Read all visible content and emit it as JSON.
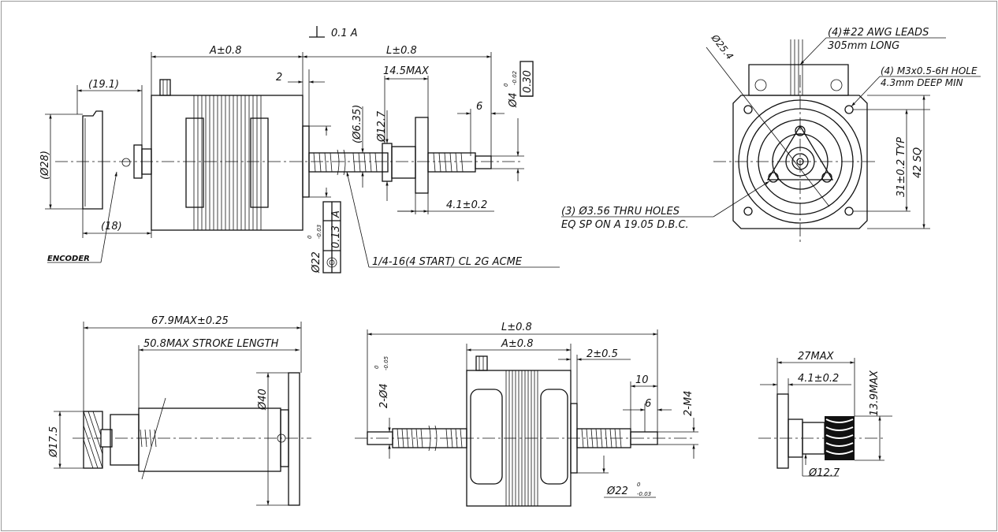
{
  "labels": {
    "flatness": "0.1 A",
    "dim_a": "A±0.8",
    "dim_l": "L±0.8",
    "dim_2": "2",
    "dim_14_5max": "14.5MAX",
    "dim_19_1": "(19.1)",
    "dim_6_35": "(Ø6.35)",
    "dim_12_7": "Ø12.7",
    "dim_6": "6",
    "dim_4_shaft": "Ø4",
    "tol_0": "0",
    "tol_neg_002": "-0.02",
    "runout_030": "0.30",
    "dim_28": "(Ø28)",
    "dim_18": "(18)",
    "encoder": "ENCODER",
    "dim_4_1": "4.1±0.2",
    "dim_22": "Ø22",
    "tol_neg_003": "-0.03",
    "conc_013": "0.13",
    "datum_a": "A",
    "thread_spec": "1/4-16(4 START) CL 2G ACME",
    "leads_1": "(4)#22 AWG LEADS",
    "leads_2": "305mm LONG",
    "dim_25_4": "Ø25.4",
    "holes_m3_1": "(4) M3x0.5-6H HOLE",
    "holes_m3_2": "4.3mm DEEP MIN",
    "thru_1": "(3) Ø3.56 THRU HOLES",
    "thru_2": "EQ SP ON A 19.05 D.B.C.",
    "dim_31": "31±0.2 TYP",
    "dim_42": "42 SQ",
    "dim_67_9": "67.9MAX±0.25",
    "stroke": "50.8MAX STROKE LENGTH",
    "dim_17_5": "Ø17.5",
    "dim_40": "Ø40",
    "dim_l2": "L±0.8",
    "dim_a2": "A±0.8",
    "dim_2_05": "2±0.5",
    "dim_10": "10",
    "dim_6b": "6",
    "dim_2_m4": "2-M4",
    "dim_2_phi4": "2-Ø4",
    "tol_neg_005": "-0.05",
    "dim_22b": "Ø22",
    "dim_27max": "27MAX",
    "dim_4_1b": "4.1±0.2",
    "dim_13_9": "13.9MAX",
    "dim_12_7b": "Ø12.7"
  }
}
